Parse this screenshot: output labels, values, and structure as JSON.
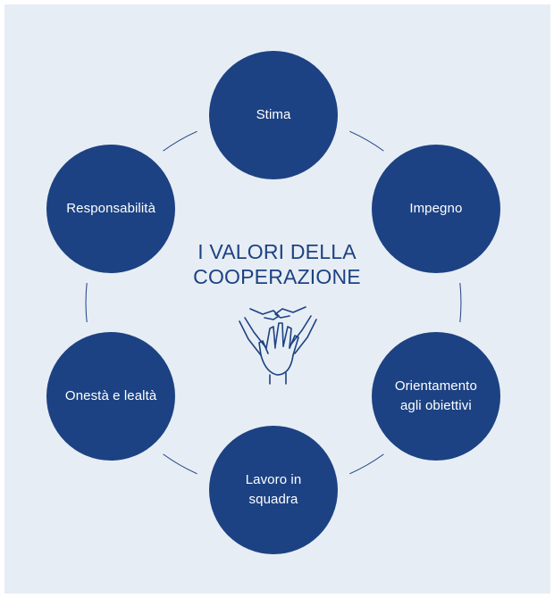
{
  "title": {
    "line1": "I VALORI DELLA",
    "line2": "COOPERAZIONE"
  },
  "colors": {
    "background": "#e7edf4",
    "node_fill": "#1c4283",
    "title_text": "#1c4283",
    "connector_line": "#1c4283"
  },
  "icon": "hands-together-icon",
  "values": [
    {
      "line1": "Stima",
      "line2": ""
    },
    {
      "line1": "Impegno",
      "line2": ""
    },
    {
      "line1": "Orientamento",
      "line2": "agli obiettivi"
    },
    {
      "line1": "Lavoro in",
      "line2": "squadra"
    },
    {
      "line1": "Onestà e lealtà",
      "line2": ""
    },
    {
      "line1": "Responsabilità",
      "line2": ""
    }
  ]
}
